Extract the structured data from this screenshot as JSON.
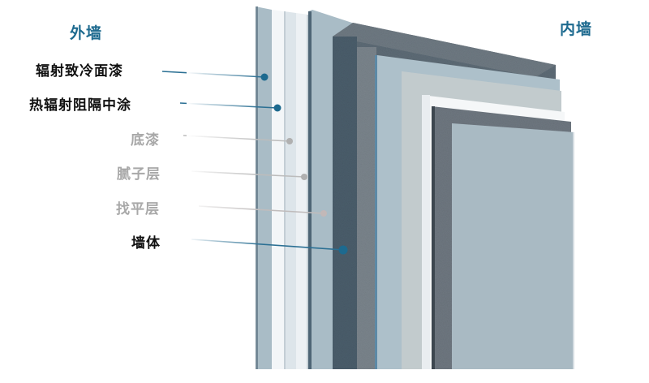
{
  "diagram": {
    "title_outer": "外墙",
    "title_inner": "内墙",
    "colors": {
      "accent_blue": "#1d6a8f",
      "leader_blue": "#2a6f93",
      "leader_grey": "#b8b8b8",
      "dot_grey": "#b0b0b0",
      "label_dark": "#111111",
      "label_muted": "#a8a8a8",
      "panel_light_blue": "#a9bcc6",
      "foam_dark": "#4d6170",
      "foam_grey": "#75808a",
      "white_layer": "#f2f5f7"
    },
    "layers": [
      {
        "label": "辐射致冷面漆",
        "style": "strong",
        "leader": "blue"
      },
      {
        "label": "热辐射阻隔中涂",
        "style": "strong",
        "leader": "blue"
      },
      {
        "label": "底漆",
        "style": "muted",
        "leader": "grey"
      },
      {
        "label": "腻子层",
        "style": "muted",
        "leader": "grey"
      },
      {
        "label": "找平层",
        "style": "muted",
        "leader": "grey"
      },
      {
        "label": "墙体",
        "style": "strong",
        "leader": "blue"
      }
    ]
  }
}
